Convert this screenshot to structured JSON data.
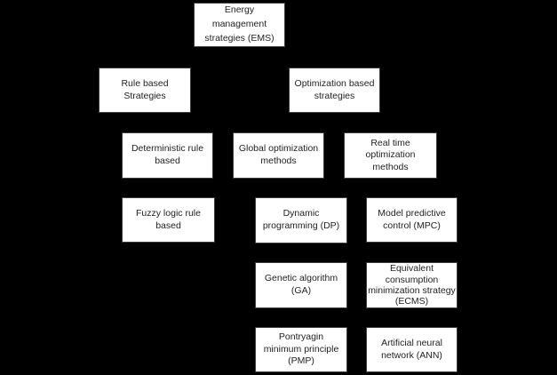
{
  "diagram": {
    "description": "Hierarchy of energy management strategies",
    "colors": {
      "background": "#000000",
      "node_fill": "#ffffff",
      "node_border": "#3d3d3d",
      "node_text": "#1f1f1f"
    },
    "nodes": [
      {
        "id": "ems",
        "level": 1,
        "label": "Energy management strategies (EMS)"
      },
      {
        "id": "rule-based",
        "level": 2,
        "label": "Rule based Strategies"
      },
      {
        "id": "opt-based",
        "level": 2,
        "label": "Optimization based strategies"
      },
      {
        "id": "deterministic",
        "level": 3,
        "label": "Deterministic rule based"
      },
      {
        "id": "global-opt",
        "level": 3,
        "label": "Global optimization methods"
      },
      {
        "id": "realtime-opt",
        "level": 3,
        "label": "Real time optimization methods"
      },
      {
        "id": "fuzzy",
        "level": 4,
        "label": "Fuzzy logic rule based"
      },
      {
        "id": "dp",
        "level": 4,
        "label": "Dynamic programming (DP)"
      },
      {
        "id": "mpc",
        "level": 4,
        "label": "Model predictive control (MPC)"
      },
      {
        "id": "ga",
        "level": 5,
        "label": "Genetic algorithm (GA)"
      },
      {
        "id": "ecms",
        "level": 5,
        "label": "Equivalent consumption minimization strategy (ECMS)"
      },
      {
        "id": "pmp",
        "level": 6,
        "label": "Pontryagin minimum principle (PMP)"
      },
      {
        "id": "ann",
        "level": 6,
        "label": "Artificial neural network (ANN)"
      }
    ],
    "edges": [
      {
        "from": "ems",
        "to": "rule-based"
      },
      {
        "from": "ems",
        "to": "opt-based"
      },
      {
        "from": "rule-based",
        "to": "deterministic"
      },
      {
        "from": "rule-based",
        "to": "fuzzy"
      },
      {
        "from": "opt-based",
        "to": "global-opt"
      },
      {
        "from": "opt-based",
        "to": "realtime-opt"
      },
      {
        "from": "global-opt",
        "to": "dp"
      },
      {
        "from": "global-opt",
        "to": "ga"
      },
      {
        "from": "global-opt",
        "to": "pmp"
      },
      {
        "from": "realtime-opt",
        "to": "mpc"
      },
      {
        "from": "realtime-opt",
        "to": "ecms"
      },
      {
        "from": "realtime-opt",
        "to": "ann"
      }
    ]
  }
}
